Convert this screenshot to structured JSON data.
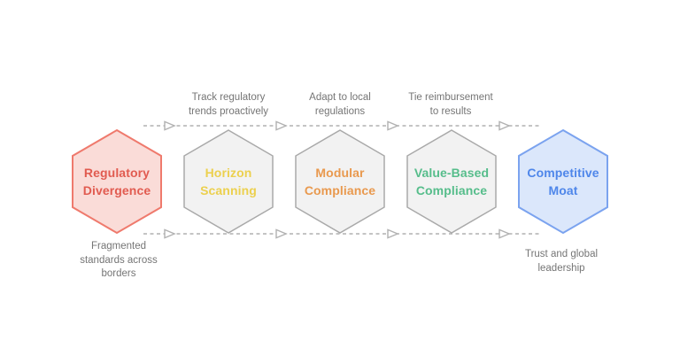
{
  "canvas": {
    "background": "#ffffff"
  },
  "arrows": {
    "color": "#b1b1b1",
    "arrowhead_fill": "#ffffff"
  },
  "annotations": {
    "color": "#757575",
    "top": [
      "Track regulatory\ntrends proactively",
      "Adapt to local\nregulations",
      "Tie reimbursement\nto results"
    ],
    "bottom_left": "Fragmented\nstandards across\nborders",
    "bottom_right": "Trust and global\nleadership"
  },
  "nodes": [
    {
      "label": "Regulatory\nDivergence",
      "fill": "#fadcd8",
      "stroke": "#ef7a6d",
      "text_color": "#e15b50"
    },
    {
      "label": "Horizon\nScanning",
      "fill": "#f2f2f2",
      "stroke": "#a9a9a9",
      "text_color": "#ecd04e"
    },
    {
      "label": "Modular\nCompliance",
      "fill": "#f2f2f2",
      "stroke": "#a9a9a9",
      "text_color": "#e9994e"
    },
    {
      "label": "Value-Based\nCompliance",
      "fill": "#f2f2f2",
      "stroke": "#a9a9a9",
      "text_color": "#56bd8b"
    },
    {
      "label": "Competitive\nMoat",
      "fill": "#dbe7fb",
      "stroke": "#7ba3ef",
      "text_color": "#4e86ea"
    }
  ]
}
